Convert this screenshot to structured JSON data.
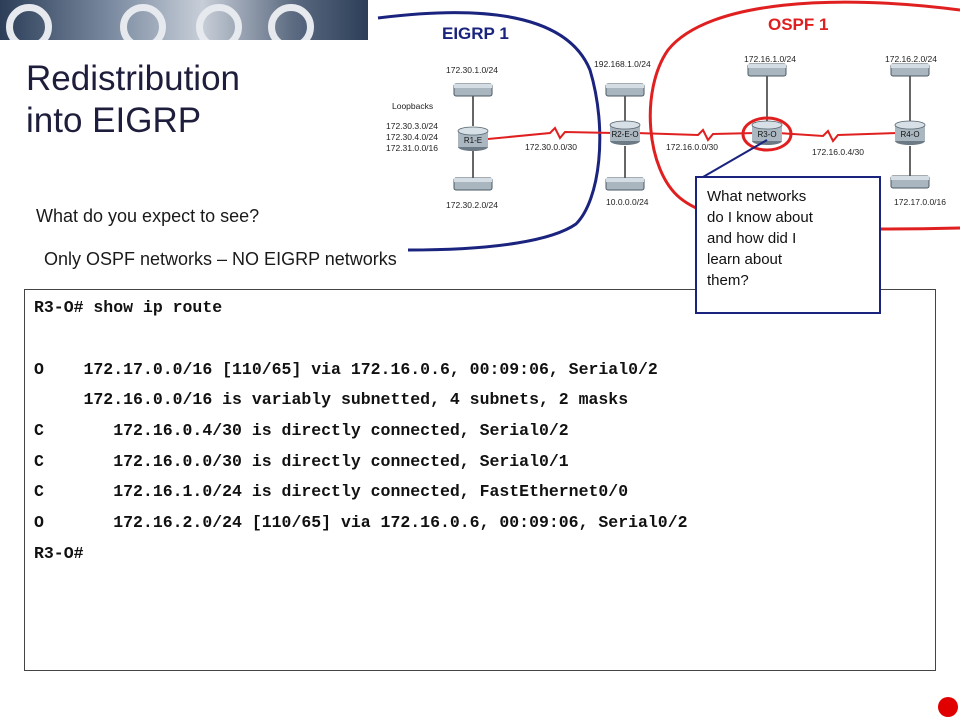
{
  "slide": {
    "title_line1": "Redistribution",
    "title_line2": "into EIGRP",
    "question": "What do you expect to see?",
    "answer": "Only OSPF networks – NO EIGRP networks",
    "callout_lines": [
      "What networks",
      "do I know about",
      "and how did I",
      "learn about",
      "them?"
    ]
  },
  "diagram": {
    "domains": {
      "eigrp": "EIGRP 1",
      "ospf": "OSPF 1"
    },
    "colors": {
      "eigrp": "#1a237e",
      "ospf": "#e02020",
      "link": "#e02020"
    },
    "routers": [
      "R1-E",
      "R2-E-O",
      "R3-O",
      "R4-O"
    ],
    "loopbacks_title": "Loopbacks",
    "loopbacks": [
      "172.30.3.0/24",
      "172.30.4.0/24",
      "172.31.0.0/16"
    ],
    "networks": {
      "r1_top": "172.30.1.0/24",
      "r1_bottom": "172.30.2.0/24",
      "r2_top": "192.168.1.0/24",
      "r2_bottom": "10.0.0.0/24",
      "r1_r2_link": "172.30.0.0/30",
      "r2_r3_link": "172.16.0.0/30",
      "r3_top": "172.16.1.0/24",
      "r3_r4_link": "172.16.0.4/30",
      "r4_top": "172.16.2.0/24",
      "r4_bottom": "172.17.0.0/16"
    }
  },
  "terminal": {
    "lines": [
      "R3-O# show ip route",
      "",
      "O    172.17.0.0/16 [110/65] via 172.16.0.6, 00:09:06, Serial0/2",
      "     172.16.0.0/16 is variably subnetted, 4 subnets, 2 masks",
      "C       172.16.0.4/30 is directly connected, Serial0/2",
      "C       172.16.0.0/30 is directly connected, Serial0/1",
      "C       172.16.1.0/24 is directly connected, FastEthernet0/0",
      "O       172.16.2.0/24 [110/65] via 172.16.0.6, 00:09:06, Serial0/2",
      "R3-O#"
    ]
  }
}
